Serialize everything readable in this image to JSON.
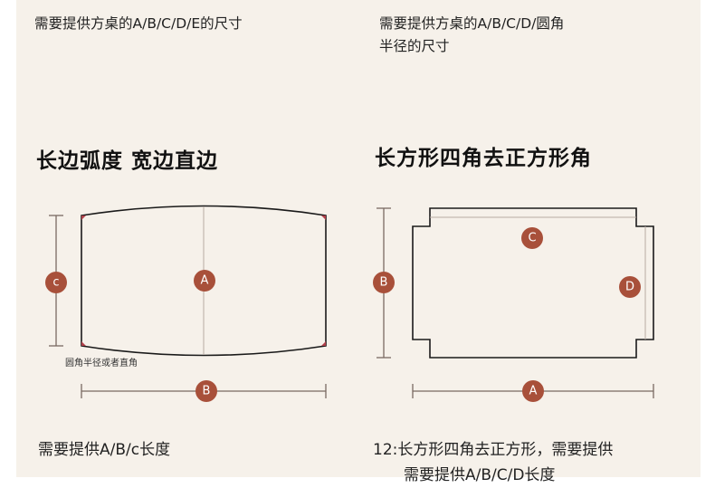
{
  "left": {
    "top_note": "需要提供方桌的A/B/C/D/E的尺寸",
    "heading": "长边弧度  宽边直边",
    "corner_note": "圆角半径或者直角",
    "labels": {
      "a": "A",
      "b": "B",
      "c": "c"
    },
    "bottom_note": "需要提供A/B/c长度"
  },
  "right": {
    "top_note_line1": "需要提供方桌的A/B/C/D/圆角",
    "top_note_line2": "半径的尺寸",
    "heading": "长方形四角去正方形角",
    "labels": {
      "a": "A",
      "b": "B",
      "c": "C",
      "d": "D"
    },
    "bottom_note_line1": "12:长方形四角去正方形，需要提供",
    "bottom_note_line2": "需要提供A/B/C/D长度"
  },
  "colors": {
    "badge": "#a8503a",
    "background": "#f6f1ea",
    "corner_mark": "#b0404a"
  }
}
